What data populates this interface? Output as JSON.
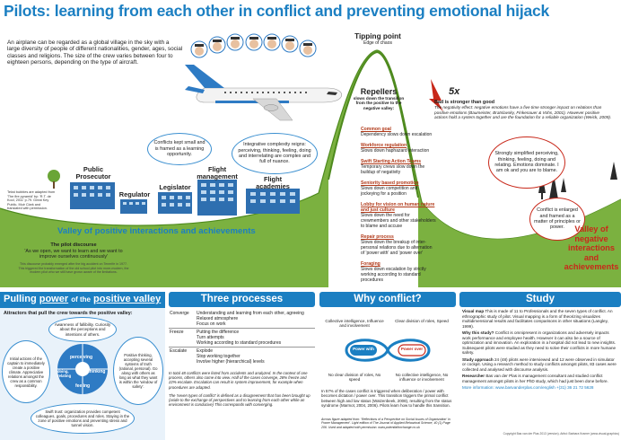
{
  "title": "Pilots: learning from each other in conflict and preventing emotional hijack",
  "intro": "An airplane can be regarded as a global village in the sky with a large diversity of people of different nationalities, gender, ages, social classes and religions. The size of the crew varies between four to eighteen persons, depending on the type of aircraft.",
  "credit_left": "Tekst bubbles are adapted from 'The fire pyramid' by: 'R.T. de Kool, 2011' p.79. Great Key Public, Muir Clark and translated with permission.",
  "tipping": {
    "title": "Tipping point",
    "sub": "Edge of chaos"
  },
  "repellers": {
    "title": "Repellers",
    "sub": "slows down the transition from the positive to the negative valley:"
  },
  "bad": {
    "title": "Bad is stronger than good",
    "text": "The negativity effect: negative emotions have a five time stronger impact on relations than positive emotions (Baumeister, Bratslavsky, Finkenauer & Vohs, 2001). However positive actions hold a system together and are the foundation for a reliable organization (Weick, 2009)."
  },
  "fivex": "5x",
  "items": [
    {
      "h": "Common goal",
      "t": "Dependency slows down escalation"
    },
    {
      "h": "Workforce regulation",
      "t": "Slows down haphazard interaction"
    },
    {
      "h": "Swift Starting Action Teams",
      "t": "Temporary crews slow down the buildup of negativity"
    },
    {
      "h": "Seniority based promotion",
      "t": "Slows down competition and jockeying for a position"
    },
    {
      "h": "Lobby for vision on human nature and just culture",
      "t": "Slows down the need for crewmembers and other stakeholders to blame and accuse"
    },
    {
      "h": "Repair process",
      "t": "Slows down the breakup of inter-personal relations due to alternation of 'power with' and 'power over'"
    },
    {
      "h": "Foraging",
      "t": "Slows down escalation by strictly working according to standard procedures"
    }
  ],
  "bub1": "Conflicts kept small and is framed as a learning opportunity.",
  "bub2": "Integrative complexity reigns: perceiving, thinking, feeling, doing and interrelating are complex and full of nuance.",
  "bub3": "Strongly simplified perceiving, thinking, feeling, doing and relating. Emotions dominate. I am ok and you are to blame.",
  "bub4": "Conflict is enlarged and framed as a matter of principles or power.",
  "buildings": [
    "Public Prosecutor",
    "Regulator",
    "Legislator",
    "Flight management",
    "Flight academies"
  ],
  "valley_pos": "Valley of positive interactions and achievements",
  "valley_neg": "Valley of negative interactions and achievements",
  "discourse": {
    "title": "The pilot discourse",
    "quote": "'As we open, we want to learn and we want to improve ourselves continuously'",
    "note": "This discourse probably emerged after the big accident on Tenerife in 1977. This triggered the transformation of the old school pilot into more-modern, the modern pilot who we still have grown aware of the limitations."
  },
  "pulling": {
    "title_a": "Pulling",
    "title_b": "power",
    "title_c": "of the",
    "title_d": "positive valley",
    "sub": "Attractors that pull the crew towards the positive valley:",
    "b1": "Awareness of fallibility. Curiosity about the perceptions and intentions of others.",
    "b2": "Initial actions of the captain to immediately create a positive climate. Appreciative relations amongst the crew as a common responsibility.",
    "b3": "Positive thinking, accepting several systems of truth (rational, personal). Go along with others as long as what they want is within the 'window of safety'.",
    "b4": "Swift trust: organization provides competent colleagues, goals, procedures and roles. Staying in the zone of positive emotions and preventing stress and tunnel vision.",
    "r1": "perceiving",
    "r2": "thinking",
    "r3": "feeling",
    "r4": "doing, relating"
  },
  "three": {
    "title": "Three processes",
    "rows": [
      {
        "k": "Converge",
        "v": [
          "Understanding and learning from each other, agreeing",
          "Relaxed atmosphere",
          "Focus on work"
        ]
      },
      {
        "k": "Freeze",
        "v": [
          "Putting the difference",
          "Turn attempts",
          "Working according to standard procedures"
        ]
      },
      {
        "k": "Escalate",
        "v": [
          "Explode",
          "Stop working together",
          "Involve higher (hierarchical) levels"
        ]
      }
    ],
    "p1": "In total 48 conflicts were listed from accidents and analyzed. In the context of one process, others also come into view. Half of the cases converge, 28% freeze and 22% escalate. Escalation can result in system improvement, for example when procedures are adapted.",
    "p2": "The 'seven types of conflict' is defined as a disagreement that has been brought up (aside to the exchange of perspectives and to learning from each other while an environment is conducive) This corresponds with converging."
  },
  "why": {
    "title": "Why conflict?",
    "tl": "Collective intelligence, Influence and involvement",
    "tr": "Clear division of roles, Speed",
    "bl": "No clear division of roles, No speed",
    "br": "No collective intelligence, No influence or involvement",
    "pw": "Power with",
    "po": "Power over",
    "p": "In 57% of the cases conflict is triggered when deliberation / power with becomes dictation / power over. This transition triggers the primal conflict between high and low status (Watzenbeek, 2008), resulting from the status syndrome (Marmot, 2004, 2006). Pilots learn how to handle this transition.",
    "ref": "Arrows figure adapted from: 'Reflections of a Perspective on Social Issues of Organization' in Power Management'. Light edition of The Journal of Applied Behavioral Science, 40 (1) Page 206. Used and adapted with permission. www.potentialforchange.co.uk"
  },
  "study": {
    "title": "Study",
    "entries": [
      {
        "h": "Visual map",
        "t": "This is made of 11 to Professionals and the seven types of conflict. An ethnographic study of pilot. Visual mapping is a form of theorizing visualizes multidimensional results and facilitates comparisons in other situations (Langley, 1999)."
      },
      {
        "h": "Why this study?",
        "t": "Conflict is omnipresent in organizations and adversely impacts work performance and employee health. However it can also be a source of optimization and innovation. An exploration in a hospital did not lead to new insights. Subsequent pilots were studied as they need to solve their conflicts in more humane safety."
      },
      {
        "h": "Study approach",
        "t": "24 (48) pilots were interviewed and 12 were observed in simulator or cockpit. Using a research method to study conflicts amongst pilots, 83 cases were collected and analysed with discourse analysis."
      },
      {
        "h": "Researcher",
        "t": "Bas van der Plas is management consultant and studied conflict management amongst pilots in her PhD study, which had just been done before."
      }
    ],
    "contact": "More information: www.basvanderplas.com/english  +(31) 36 21 72 5628",
    "copyright": "Copyright Bas van der Plas 2013 (version). Artist: Barbara Kramer (www.visual-graphics)"
  }
}
